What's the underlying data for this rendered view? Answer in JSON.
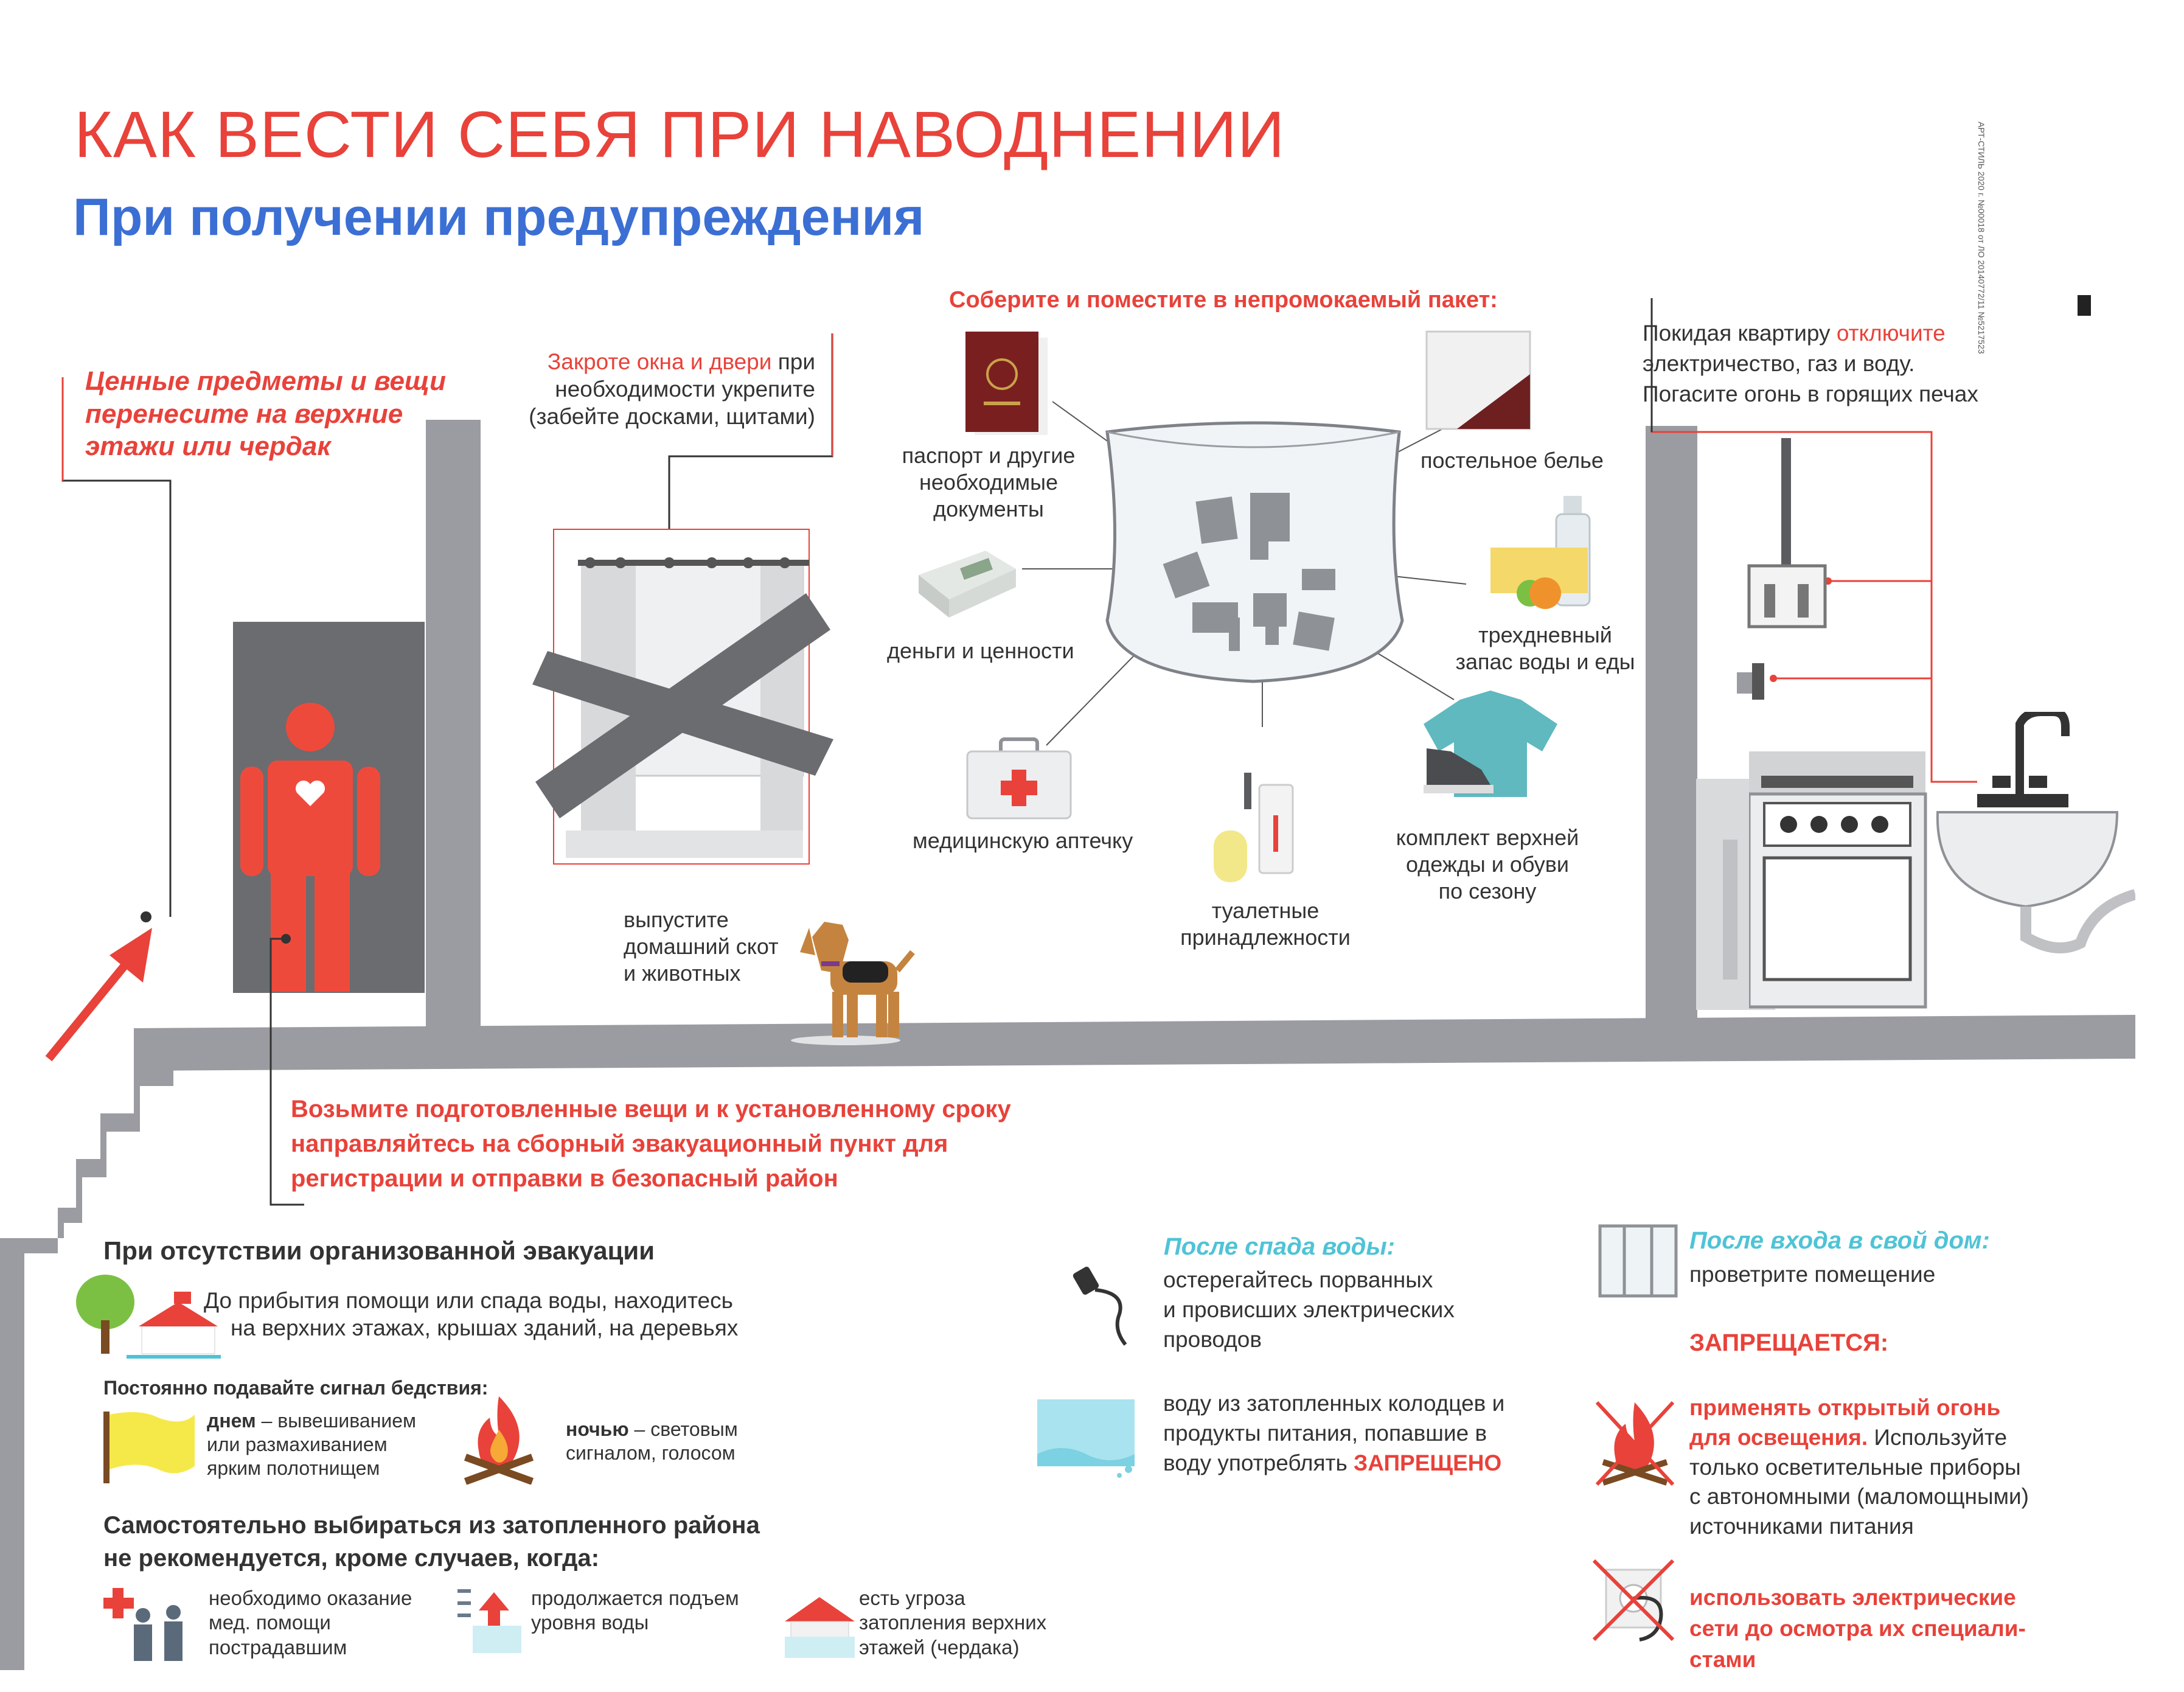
{
  "header": {
    "title": "КАК ВЕСТИ СЕБЯ ПРИ НАВОДНЕНИИ",
    "subtitle": "При получении предупреждения",
    "print_code": "АРТ-СТИЛЬ 2020 г. №00018 от ЛО 20140772/11 №5217523"
  },
  "colors": {
    "red": "#e8423a",
    "blue": "#3b6fd4",
    "gray": "#9a9ca1",
    "cyan": "#4fc3d6",
    "text": "#333333"
  },
  "warning": {
    "valuables": [
      "Ценные предметы и вещи",
      "перенесите на верхние",
      "этажи или чердак"
    ],
    "windows_red": "Закроте окна и двери",
    "windows_rest": " при",
    "windows_lines": [
      "необходимости укрепите",
      "(забейте досками, щитами)"
    ],
    "bag_title": "Соберите и поместите в непромокаемый пакет:",
    "items": {
      "passport": [
        "паспорт и другие",
        "необходимые",
        "документы"
      ],
      "money": "деньги и ценности",
      "firstaid": "медицинскую аптечку",
      "toiletries": [
        "туалетные",
        "принадлежности"
      ],
      "bedding": "постельное белье",
      "food": [
        "трехдневный",
        "запас воды и еды"
      ],
      "clothes": [
        "комплект верхней",
        "одежды и обуви",
        "по сезону"
      ]
    },
    "animals": [
      "выпустите",
      "домашний скот",
      "и животных"
    ],
    "leaving": {
      "line1_a": "Покидая квартиру ",
      "line1_red": "отключите",
      "line2": "электричество, газ и воду.",
      "line3": "Погасите огонь в  горящих печах"
    },
    "evacuation": [
      "Возьмите подготовленные вещи и к установленному сроку",
      "направляйтесь на сборный эвакуационный пункт для",
      "регистрации и отправки в безопасный район"
    ]
  },
  "no_evacuation": {
    "heading": "При отсутствии организованной эвакуации",
    "wait": [
      "До прибытия помощи или спада воды, находитесь",
      "на верхних этажах,  крышах зданий, на деревьях"
    ],
    "signal_heading": "Постоянно подавайте сигнал бедствия:",
    "day_bold": "днем",
    "day_rest": " – вывешиванием",
    "day_lines": [
      "или размахиванием",
      "ярким полотнищем"
    ],
    "night_bold": "ночью",
    "night_rest": " – световым",
    "night_line2": "сигналом, голосом",
    "self_heading": [
      "Самостоятельно выбираться из затопленного района",
      "не рекомендуется, кроме случаев, когда:"
    ],
    "cases": [
      [
        "необходимо оказание",
        "мед. помощи",
        "пострадавшим"
      ],
      [
        "продолжается подъем",
        "уровня воды"
      ],
      [
        "есть угроза",
        "затопления верхних",
        "этажей (чердака)"
      ]
    ]
  },
  "after_flood": {
    "heading": "После спада воды:",
    "wires": [
      "остерегайтесь порванных",
      "и провисших электрических",
      "проводов"
    ],
    "water": [
      "воду из затопленных колодцев и",
      "продукты питания, попавшие в"
    ],
    "water_last": "воду употреблять ",
    "water_red": "ЗАПРЕЩЕНО"
  },
  "after_entry": {
    "heading": "После входа в свой дом:",
    "ventilate": "проветрите помещение",
    "forbidden": "ЗАПРЕЩАЕТСЯ:",
    "fire_red": [
      "применять открытый огонь",
      "для освещения."
    ],
    "fire_rest": " Используйте",
    "fire_lines": [
      "только осветительные приборы",
      "с автономными (маломощными)",
      "источниками питания"
    ],
    "electric": [
      "использовать электрические",
      "сети до осмотра их специали-",
      "стами"
    ]
  }
}
